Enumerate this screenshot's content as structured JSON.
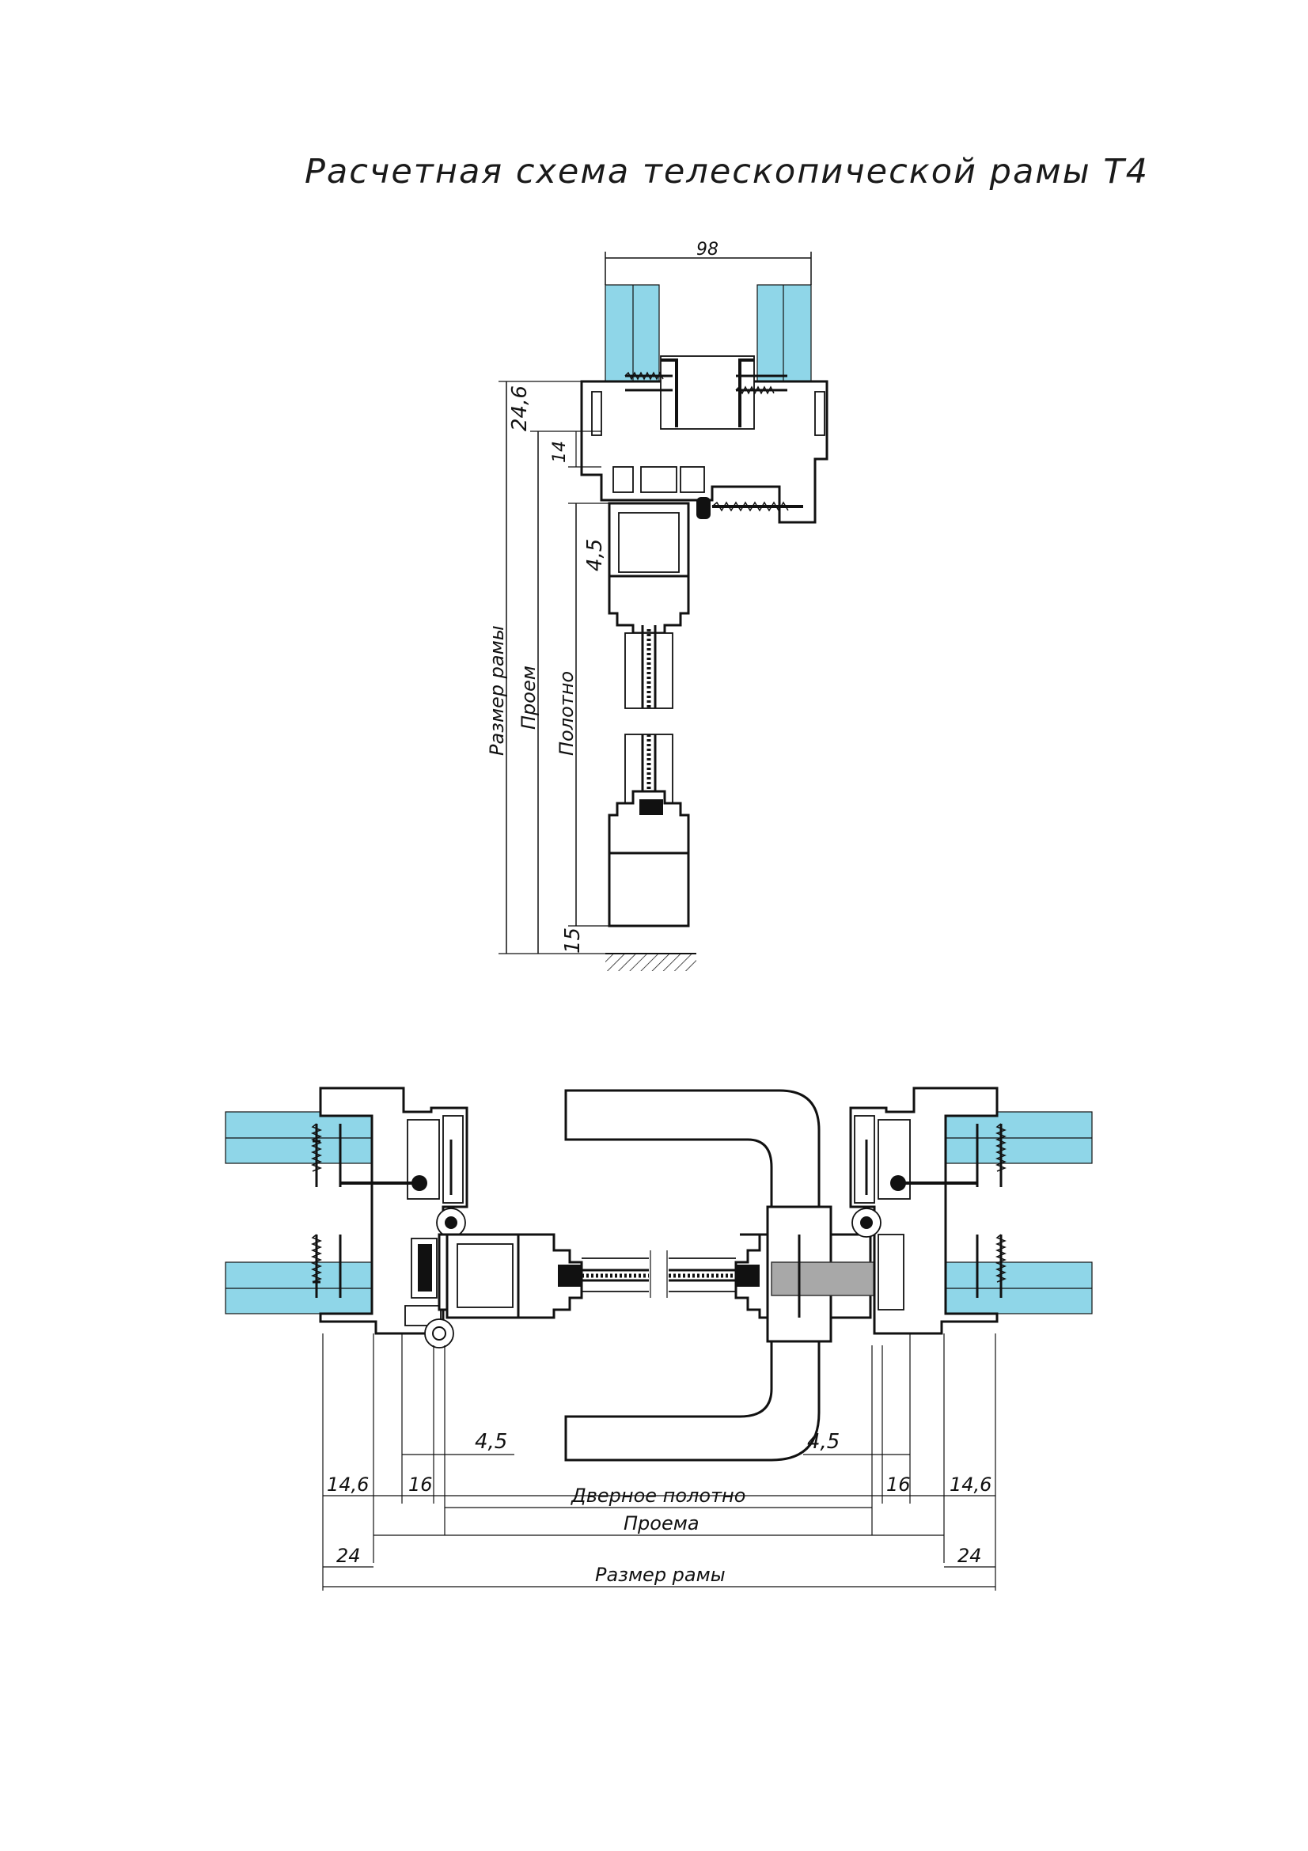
{
  "title": "Расчетная схема телескопической рамы Т4",
  "colors": {
    "glass": "#8fd6e8",
    "line": "#111111",
    "lock": "#a8a8a8"
  },
  "vertical_section": {
    "dim_top_width": "98",
    "dim_24_6": "24,6",
    "dim_14": "14",
    "dim_4_5": "4,5",
    "dim_15": "15",
    "label_frame_size": "Размер рамы",
    "label_opening": "Проем",
    "label_leaf": "Полотно"
  },
  "horizontal_section": {
    "dim_4_5_left": "4,5",
    "dim_4_5_right": "4,5",
    "dim_14_6_left": "14,6",
    "dim_16_left": "16",
    "dim_16_right": "16",
    "dim_14_6_right": "14,6",
    "dim_24_left": "24",
    "dim_24_right": "24",
    "label_door_leaf": "Дверное полотно",
    "label_opening": "Проема",
    "label_frame_size": "Размер рамы"
  }
}
